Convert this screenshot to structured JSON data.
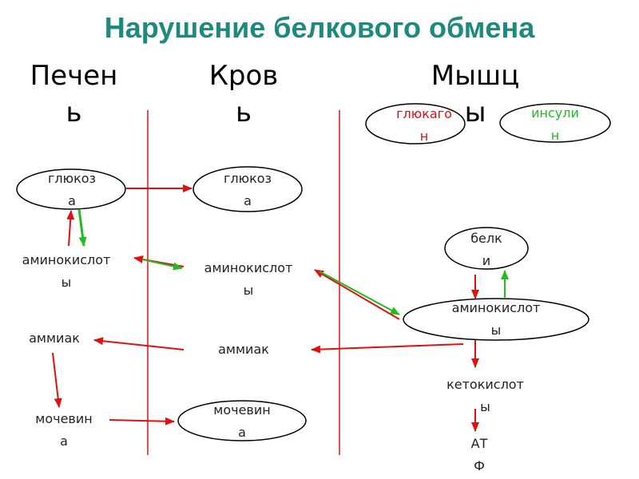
{
  "title": "Нарушение белкового обмена",
  "columns": {
    "liver": [
      "Печен",
      "ь"
    ],
    "blood": [
      "Кров",
      "ь"
    ],
    "muscle": [
      "Мышц",
      "ы"
    ]
  },
  "nodes": {
    "glucagon": [
      "глюкаго",
      "н"
    ],
    "insulin": [
      "инсули",
      "н"
    ],
    "liver_glucose": [
      "глюкоз",
      "а"
    ],
    "blood_glucose": [
      "глюкоз",
      "а"
    ],
    "liver_amino": [
      "аминокислот",
      "ы"
    ],
    "blood_amino": [
      "аминокислот",
      "ы"
    ],
    "muscle_proteins": [
      "белк",
      "и"
    ],
    "muscle_amino": [
      "аминокислот",
      "ы"
    ],
    "liver_ammonia": "аммиак",
    "blood_ammonia": "аммиак",
    "liver_urea": [
      "мочевин",
      "а"
    ],
    "blood_urea": [
      "мочевин",
      "а"
    ],
    "ketoacids": [
      "кетокислот",
      "ы"
    ],
    "atp": [
      "АТ",
      "Ф"
    ]
  },
  "colors": {
    "title": "#1e8a7e",
    "divider": "#e01010",
    "arrow_red": "#e01010",
    "arrow_green": "#22bb22",
    "glucagon_text": "#e01010",
    "insulin_text": "#22bb22"
  }
}
